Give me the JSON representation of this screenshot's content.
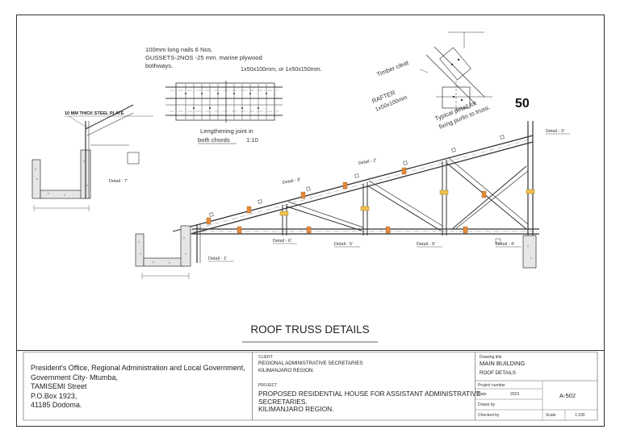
{
  "drawing": {
    "main_title": "ROOF TRUSS DETAILS",
    "scale_mark": "50",
    "notes": {
      "nails": "100mm long nails 6 Nos.",
      "gussets": "GUSSETS-2NOS -25 mm. marine plywood",
      "bothways": "bothways.",
      "sizes": "1x50x100mm, or 1x50x150mm.",
      "lengthening_1": "Lengthening joint in",
      "lengthening_2": "both chords",
      "lengthening_scale": "1:10",
      "steel_plate": "10 MM THICK STEEL PLATE",
      "timber_cleat": "Timber cleat",
      "rafter_1": "RAFTER",
      "rafter_2": "1x50x100mm",
      "typical_1": "Typical detail for",
      "typical_2": "fixing purlin to truss."
    },
    "details": {
      "d7": "Detail - 7'",
      "d6": "Detail - 6'",
      "d5": "Detail - 5'",
      "d4": "Detail - 4'",
      "d3": "Detail - 3'",
      "d2": "Detail - 2'",
      "d1": "Detail - 1'",
      "d8": "Detail - 8'",
      "d9": "Detail - 9'"
    }
  },
  "title_block": {
    "office_lines": [
      "President's Office, Regional Administration and Local Government,",
      "Government City- Mtumba,",
      "TAMISEMI Street",
      "P.O.Box 1923,",
      "41185 Dodoma."
    ],
    "client_label": "CLIENT",
    "client_lines": [
      "REGIONAL ADMINISTRATIVE SECRETARIES",
      "KILIMANJARO REGION."
    ],
    "project_label": "PROJECT",
    "project_lines": [
      "PROPOSED RESIDENTIAL HOUSE  FOR ASSISTANT ADMINISTRATIVE",
      "SECRETARIES.",
      "KILIMANJARO REGION."
    ],
    "drawing_title_label": "Drawing title",
    "drawing_title": "MAIN BUILDING",
    "drawing_subtitle": "ROOF DETAILS",
    "project_number_label": "Project number",
    "date_label": "Date",
    "date_value": "2023",
    "drawn_by_label": "Drawn by",
    "checked_by_label": "Checked by",
    "scale_label": "Scale",
    "scale_value": "1:100",
    "sheet_number": "A-502"
  }
}
